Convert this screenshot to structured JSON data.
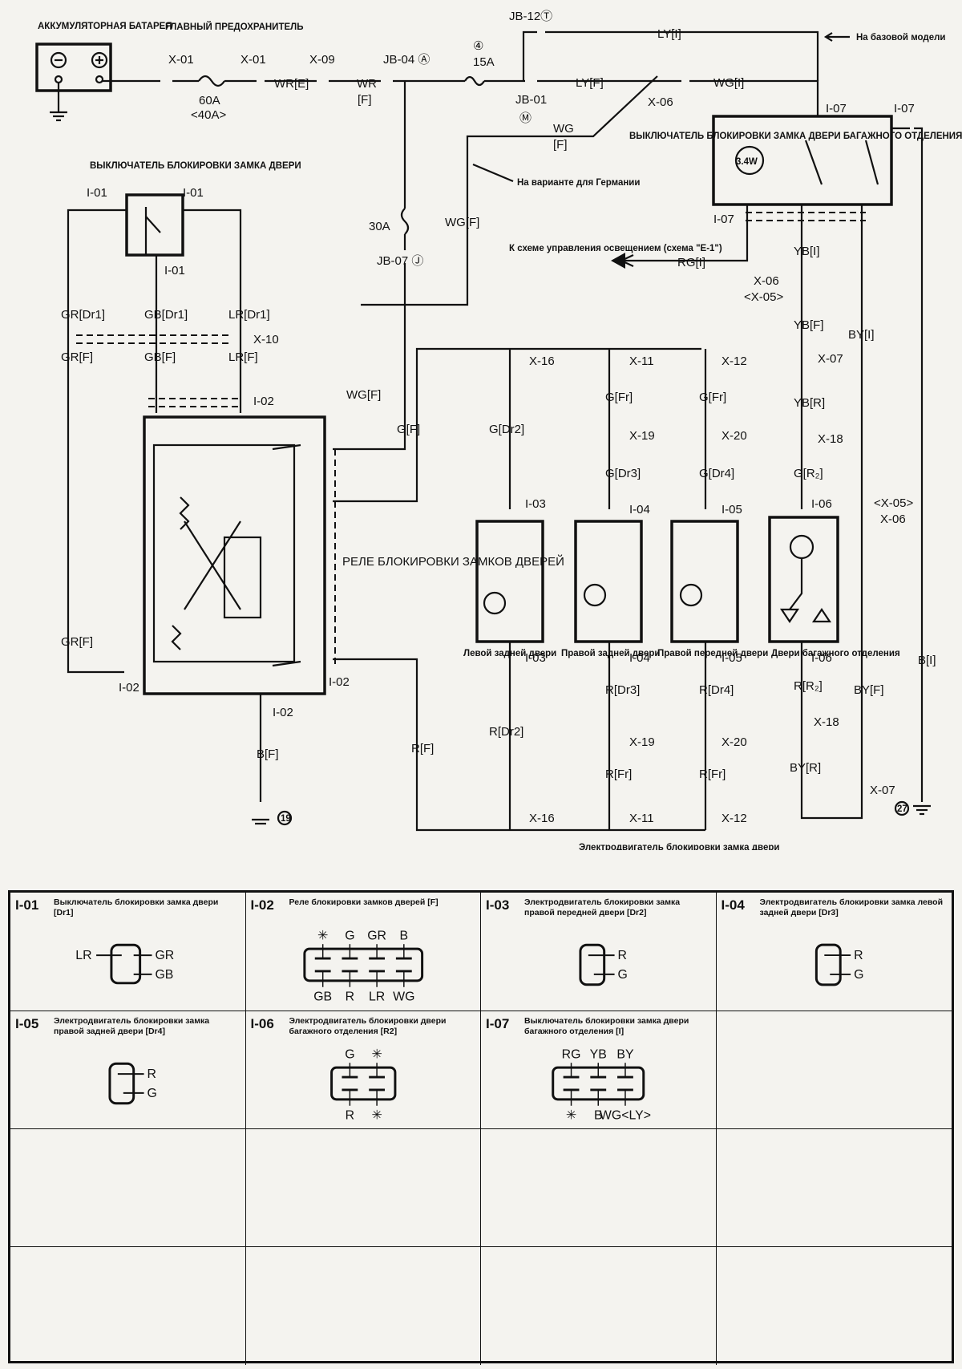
{
  "diagram": {
    "battery_label": "АККУМУЛЯТОРНАЯ БАТАРЕЯ",
    "main_fuse_label": "ГЛАВНЫЙ ПРЕДОХРАНИТЕЛЬ",
    "main_fuse_rating": "60A",
    "main_fuse_alt": "<40A>",
    "fuse_15a": "15A",
    "fuse_15a_num": "④",
    "fuse_30a": "30A",
    "base_model_note": "На базовой модели",
    "germany_note": "На варианте для Германии",
    "lighting_note": "К схеме управления освещением (схема \"E-1\")",
    "door_lock_switch": "ВЫКЛЮЧАТЕЛЬ БЛОКИРОВКИ ЗАМКА ДВЕРИ",
    "trunk_switch": "ВЫКЛЮЧАТЕЛЬ БЛОКИРОВКИ ЗАМКА ДВЕРИ БАГАЖНОГО ОТДЕЛЕНИЯ",
    "relay_label": "РЕЛЕ БЛОКИРОВКИ ЗАМКОВ ДВЕРЕЙ",
    "lamp_label": "3.4W",
    "motor_rl": "Левой задней двери",
    "motor_rr": "Правой задней двери",
    "motor_fr": "Правой передней двери",
    "motor_trunk": "Двери багажного отделения",
    "motors_caption": "Электродвигатель блокировки замка двери",
    "ground_19": "19",
    "ground_27": "27",
    "labels": {
      "x01a": "X-01",
      "x01b": "X-01",
      "x09": "X-09",
      "jb04": "JB-04 Ⓐ",
      "jb12": "JB-12Ⓣ",
      "jb01": "JB-01",
      "jb01m": "Ⓜ",
      "jb07": "JB-07 Ⓙ",
      "x06": "X-06",
      "wre": "WR[E]",
      "wr": "WR",
      "f_wr": "[F]",
      "lyf": "LY[F]",
      "lyi": "LY[I]",
      "wgi": "WG[I]",
      "wg": "WG",
      "wg_f": "[F]",
      "wgf1": "WG[F]",
      "wgf2": "WG[F]",
      "rgi": "RG[I]",
      "i07a": "I-07",
      "i07b": "I-07",
      "i07c": "I-07",
      "ybi": "YB[I]",
      "x06b": "X-06",
      "x05b": "<X-05>",
      "ybf": "YB[F]",
      "x07": "X-07",
      "ybr": "YB[R]",
      "x18": "X-18",
      "gr2": "G[R₂]",
      "i06": "I-06",
      "byi": "BY[I]",
      "x05c": "<X-05>",
      "x06c": "X-06",
      "bi": "B[I]",
      "byf": "BY[F]",
      "i06b": "I-06",
      "rr2": "R[R₂]",
      "x18b": "X-18",
      "byr": "BY[R]",
      "x07b": "X-07",
      "i01a": "I-01",
      "i01b": "I-01",
      "i01c": "I-01",
      "grdr1": "GR[Dr1]",
      "gbdr1": "GB[Dr1]",
      "lrdr1": "LR[Dr1]",
      "x10": "X-10",
      "grf": "GR[F]",
      "gbf": "GB[F]",
      "lrf": "LR[F]",
      "i02a": "I-02",
      "grf2": "GR[F]",
      "i02b": "I-02",
      "i02c": "I-02",
      "i02d": "I-02",
      "bf": "B[F]",
      "gf": "G[F]",
      "rf": "R[F]",
      "x16": "X-16",
      "gdr2": "G[Dr2]",
      "i03": "I-03",
      "i03b": "I-03",
      "rdr2": "R[Dr2]",
      "x16b": "X-16",
      "x11": "X-11",
      "gfr1": "G[Fr]",
      "x19": "X-19",
      "gdr3": "G[Dr3]",
      "i04": "I-04",
      "i04b": "I-04",
      "rdr3": "R[Dr3]",
      "x19b": "X-19",
      "rfr1": "R[Fr]",
      "x11b": "X-11",
      "x12": "X-12",
      "gfr2": "G[Fr]",
      "x20": "X-20",
      "gdr4": "G[Dr4]",
      "i05": "I-05",
      "i05b": "I-05",
      "rdr4": "R[Dr4]",
      "x20b": "X-20",
      "rfr2": "R[Fr]",
      "x12b": "X-12"
    }
  },
  "connectors": [
    {
      "id": "I-01",
      "desc": "Выключатель блокировки замка двери [Dr1]",
      "pins": [
        "LR",
        "GR",
        "GB"
      ]
    },
    {
      "id": "I-02",
      "desc": "Реле блокировки замков дверей [F]",
      "top": [
        "✳",
        "G",
        "GR",
        "B"
      ],
      "bottom": [
        "GB",
        "R",
        "LR",
        "WG"
      ]
    },
    {
      "id": "I-03",
      "desc": "Электродвигатель блокировки замка правой передней двери [Dr2]",
      "pins": [
        "R",
        "G"
      ]
    },
    {
      "id": "I-04",
      "desc": "Электродвигатель блокировки замка левой задней двери [Dr3]",
      "pins": [
        "R",
        "G"
      ]
    },
    {
      "id": "I-05",
      "desc": "Электродвигатель блокировки замка правой задней двери [Dr4]",
      "pins": [
        "R",
        "G"
      ]
    },
    {
      "id": "I-06",
      "desc": "Электродвигатель блокировки двери багажного отделения [R2]",
      "top": [
        "G",
        "✳"
      ],
      "bottom": [
        "R",
        "✳"
      ]
    },
    {
      "id": "I-07",
      "desc": "Выключатель блокировки замка двери багажного отделения [I]",
      "top": [
        "RG",
        "YB",
        "BY"
      ],
      "bottom": [
        "✳",
        "B",
        "WG<LY>"
      ]
    }
  ]
}
